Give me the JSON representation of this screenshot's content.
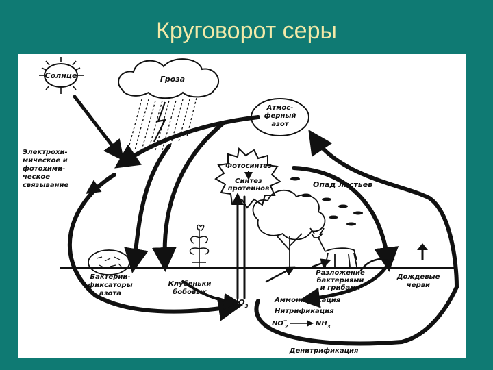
{
  "slide": {
    "title": "Круговорот серы"
  },
  "diagram": {
    "labels": {
      "sun": "Солнце",
      "storm": "Гроза",
      "atmospheric_nitrogen_1": "Атмос-",
      "atmospheric_nitrogen_2": "ферный",
      "atmospheric_nitrogen_3": "азот",
      "electrochem_1": "Электрохи-",
      "electrochem_2": "мическое и",
      "electrochem_3": "фотохими-",
      "electrochem_4": "ческое",
      "electrochem_5": "связывание",
      "photosynthesis": "Фотосинтез",
      "protein_synthesis_1": "Синтез",
      "protein_synthesis_2": "протеинов",
      "leaf_fall": "Опад листьев",
      "bacteria_fixers_1": "Бактерии-",
      "bacteria_fixers_2": "фиксаторы",
      "bacteria_fixers_3": "азота",
      "nodules_1": "Клубеньки",
      "nodules_2": "бобовых",
      "decomposition_1": "Разложение",
      "decomposition_2": "бактериями",
      "decomposition_3": "и грибами",
      "rain_worms_1": "Дождевые",
      "rain_worms_2": "черви",
      "no3": "NO",
      "no3_sub": "3",
      "ammonification": "Аммонификация",
      "nitrification": "Нитрификация",
      "no2": "NO",
      "no2_sub": "2",
      "no2_sup": "−",
      "nh3": "NH",
      "nh3_sub": "3",
      "denitrification": "Денитрификация"
    }
  }
}
